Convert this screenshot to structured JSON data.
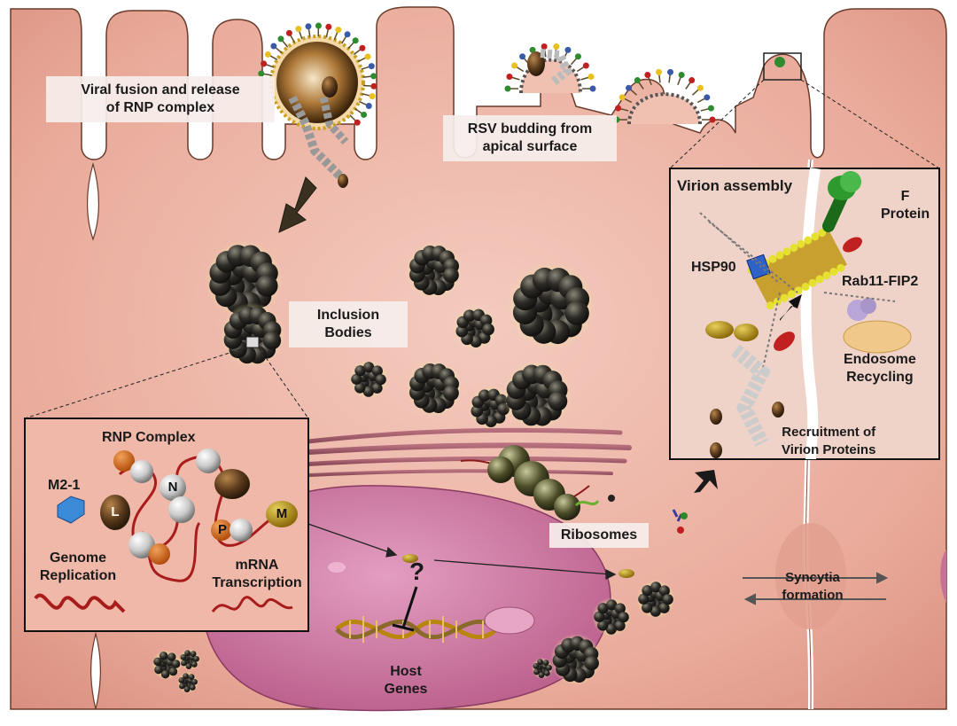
{
  "labels": {
    "fusion": [
      "Viral fusion and release",
      "of RNP complex"
    ],
    "budding": [
      "RSV budding from",
      "apical surface"
    ],
    "inclusion": [
      "Inclusion",
      "Bodies"
    ],
    "virion_assembly": "Virion assembly",
    "f_protein": [
      "F",
      "Protein"
    ],
    "hsp90": "HSP90",
    "rab11": "Rab11-FIP2",
    "endosome": [
      "Endosome",
      "Recycling"
    ],
    "recruitment": [
      "Recruitment of",
      "Virion Proteins"
    ],
    "rnp_complex": "RNP Complex",
    "m21": "M2-1",
    "n": "N",
    "l": "L",
    "p": "P",
    "m": "M",
    "genome": [
      "Genome",
      "Replication"
    ],
    "mrna": [
      "mRNA",
      "Transcription"
    ],
    "ribosomes": "Ribosomes",
    "host_genes": [
      "Host",
      "Genes"
    ],
    "question": "?",
    "syncytia": [
      "Syncytia",
      "formation"
    ]
  },
  "colors": {
    "cell_fill": "#e8a898",
    "cell_light": "#f2c6bb",
    "nucleus": "#c9709a",
    "inclusion_glow": "#e6e39a",
    "inclusion_ball": "#2d2b26",
    "f_protein": "#2e8b2e",
    "hsp90": "#2f62c8",
    "rab11": "#b8a6d9",
    "endosome": "#f0c98a",
    "rnp_red": "#a81c1c",
    "orange_ball": "#d86a1a",
    "m_ball": "#c4a11a"
  }
}
